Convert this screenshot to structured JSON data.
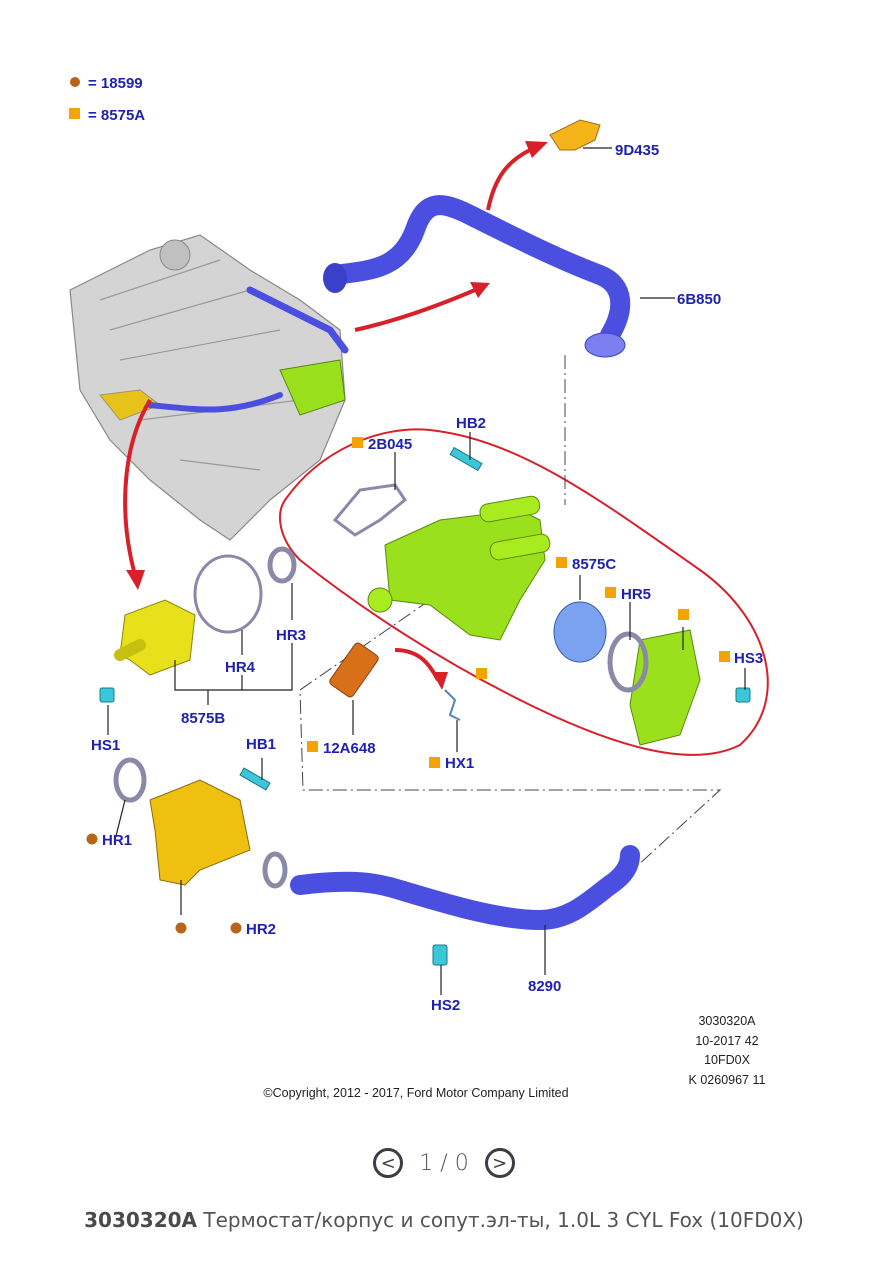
{
  "diagram": {
    "legend": [
      {
        "symbol": "brown-dot",
        "text": "= 18599",
        "color": "#b8651b"
      },
      {
        "symbol": "orange-square",
        "text": "= 8575A",
        "color": "#f5a300"
      }
    ],
    "labels": [
      "9D435",
      "6B850",
      "2B045",
      "HB2",
      "8575C",
      "HR5",
      "HS3",
      "HR3",
      "HR4",
      "8575B",
      "HS1",
      "HB1",
      "12A648",
      "HX1",
      "HR1",
      "HR2",
      "HS2",
      "8290"
    ],
    "info": [
      "3030320A",
      "10-2017 42",
      "10FD0X",
      "K 0260967 11"
    ],
    "copyright": "©Copyright, 2012 - 2017, Ford Motor Company Limited",
    "colors": {
      "label": "#1f22b0",
      "hose": "#4a4fe0",
      "housing": "#9be01c",
      "yellow": "#e8d21a",
      "highlight": "#d8202a"
    }
  },
  "pager": {
    "prev": "<",
    "text": "1 / 0",
    "next": ">"
  },
  "caption": {
    "code": "3030320A",
    "text": "Термостат/корпус и сопут.эл-ты, 1.0L 3 CYL Fox (10FD0X)"
  }
}
